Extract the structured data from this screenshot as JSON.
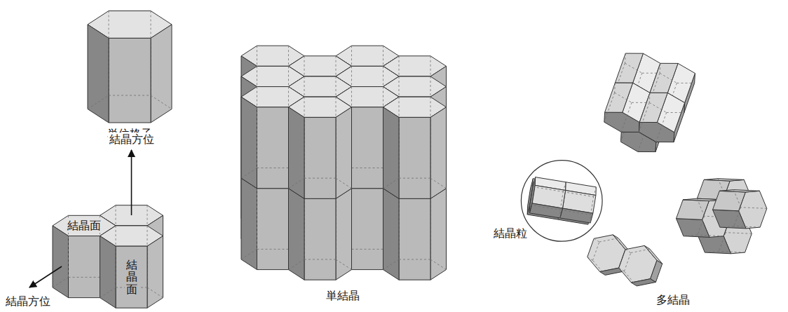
{
  "diagram": {
    "labels": [
      "単位格子",
      "結晶方位",
      "結晶面",
      "結晶面",
      "結晶方位",
      "単結晶",
      "結晶粒",
      "多結晶"
    ]
  }
}
